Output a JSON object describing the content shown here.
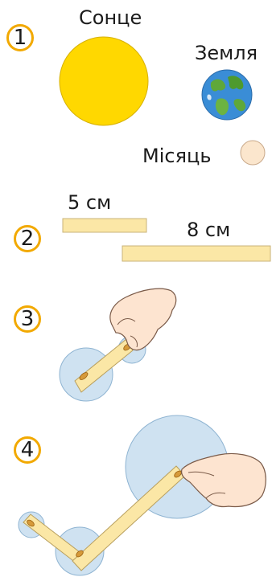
{
  "steps": [
    "1",
    "2",
    "3",
    "4"
  ],
  "bodies": {
    "sun": "Сонце",
    "earth": "Земля",
    "moon": "Місяць"
  },
  "strips": {
    "short": "5 см",
    "long": "8 см"
  }
}
